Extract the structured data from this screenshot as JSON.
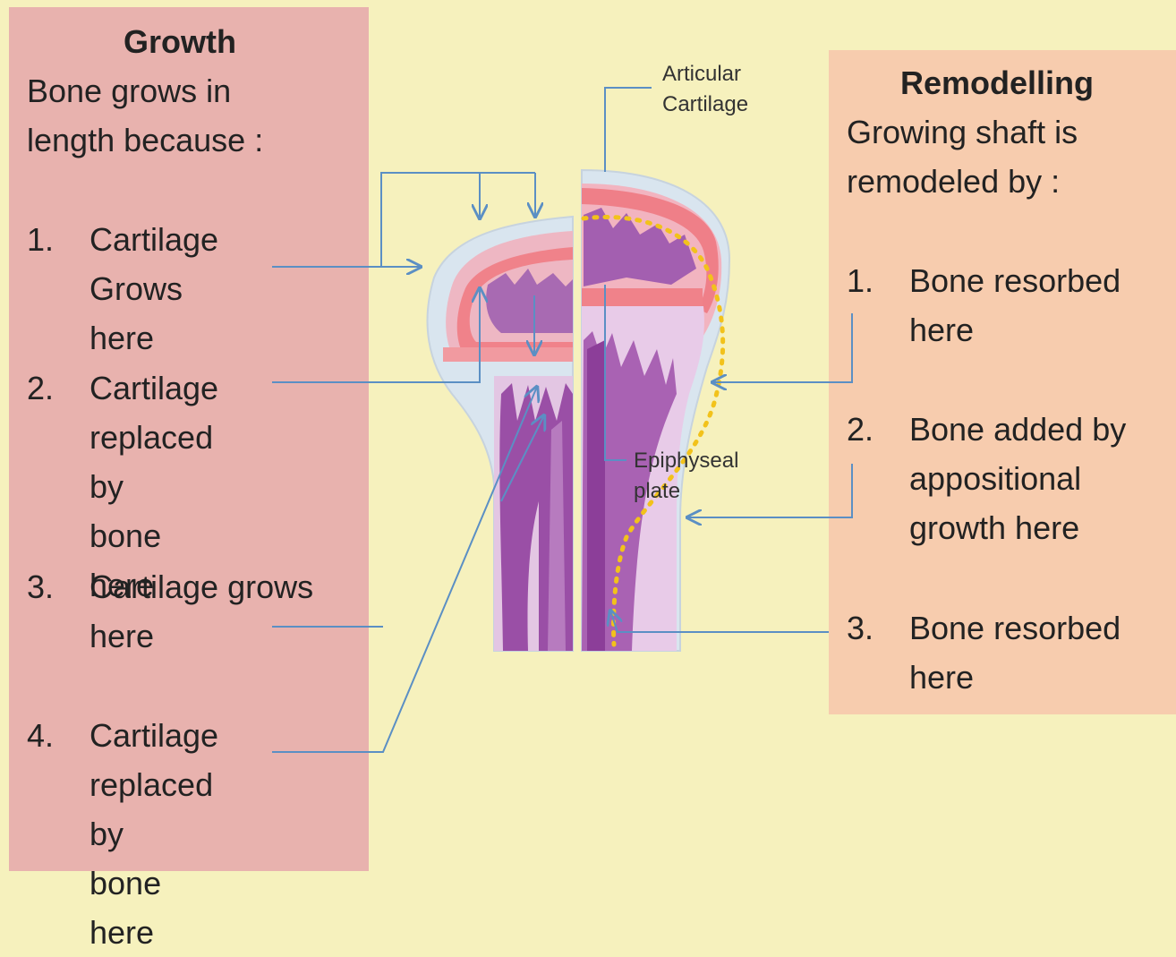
{
  "growth": {
    "heading": "Growth",
    "intro_line1": "Bone grows in",
    "intro_line2": "length because :",
    "items": [
      {
        "num": "1.",
        "line1": "Cartilage",
        "line2": "Grows here",
        "line3": ""
      },
      {
        "num": "2.",
        "line1": "Cartilage",
        "line2": "replaced by",
        "line3": "bone here"
      },
      {
        "num": "3.",
        "line1": "Cartilage grows",
        "line2": "here",
        "line3": ""
      },
      {
        "num": "4.",
        "line1": "Cartilage",
        "line2": "replaced by",
        "line3": "bone here"
      }
    ]
  },
  "remodelling": {
    "heading": "Remodelling",
    "intro_line1": "Growing shaft is",
    "intro_line2": "remodeled by :",
    "items": [
      {
        "num": "1.",
        "line1": "Bone resorbed",
        "line2": "here",
        "line3": ""
      },
      {
        "num": "2.",
        "line1": "Bone added by",
        "line2": "appositional",
        "line3": "growth here"
      },
      {
        "num": "3.",
        "line1": "Bone resorbed",
        "line2": "here",
        "line3": ""
      }
    ]
  },
  "labels": {
    "articular_line1": "Articular",
    "articular_line2": "Cartilage",
    "epiphyseal_line1": "Epiphyseal",
    "epiphyseal_line2": "plate"
  },
  "colors": {
    "background": "#f6f1bd",
    "growth_panel": "#e8b2ae",
    "remodelling_panel": "#f7ccae",
    "arrow": "#5b8fc4",
    "resorption_line": "#f2c21b"
  }
}
